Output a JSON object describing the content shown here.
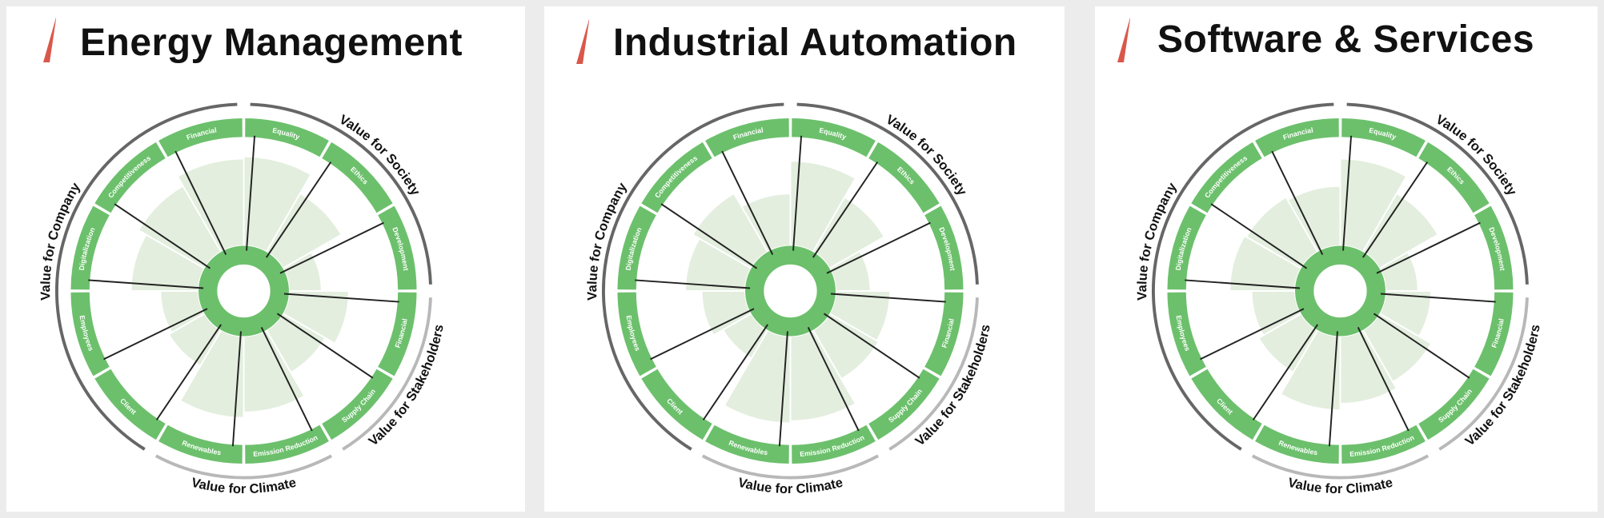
{
  "colors": {
    "ring": "#6cc06c",
    "ring_dark": "#5ab05a",
    "fill": "#e3eede",
    "divider": "#222222",
    "outer_arc": "#666666",
    "outer_arc_light": "#b8b8b8",
    "accent": "#d9574a"
  },
  "icons": {
    "title_marker": "red-flag-icon"
  },
  "segments": [
    {
      "label": "Equality"
    },
    {
      "label": "Ethics"
    },
    {
      "label": "Development"
    },
    {
      "label": "Financial"
    },
    {
      "label": "Supply Chain"
    },
    {
      "label": "Emission Reduction"
    },
    {
      "label": "Renewables"
    },
    {
      "label": "Client"
    },
    {
      "label": "Employees"
    },
    {
      "label": "Digitalization"
    },
    {
      "label": "Competitiveness"
    },
    {
      "label": "Financial"
    }
  ],
  "groups": [
    {
      "label": "Value for Society"
    },
    {
      "label": "Value for Stakeholders"
    },
    {
      "label": "Value for Climate"
    },
    {
      "label": "Value for Company"
    }
  ],
  "panels": [
    {
      "title": "Energy Management",
      "levels": [
        0.82,
        0.62,
        0.3,
        0.55,
        0.45,
        0.7,
        0.75,
        0.38,
        0.35,
        0.62,
        0.7,
        0.8
      ]
    },
    {
      "title": "Industrial Automation",
      "levels": [
        0.78,
        0.58,
        0.32,
        0.5,
        0.52,
        0.78,
        0.8,
        0.3,
        0.4,
        0.55,
        0.62,
        0.48
      ]
    },
    {
      "title": "Software & Services",
      "levels": [
        0.8,
        0.62,
        0.3,
        0.42,
        0.55,
        0.62,
        0.68,
        0.45,
        0.4,
        0.6,
        0.58,
        0.55
      ]
    }
  ]
}
